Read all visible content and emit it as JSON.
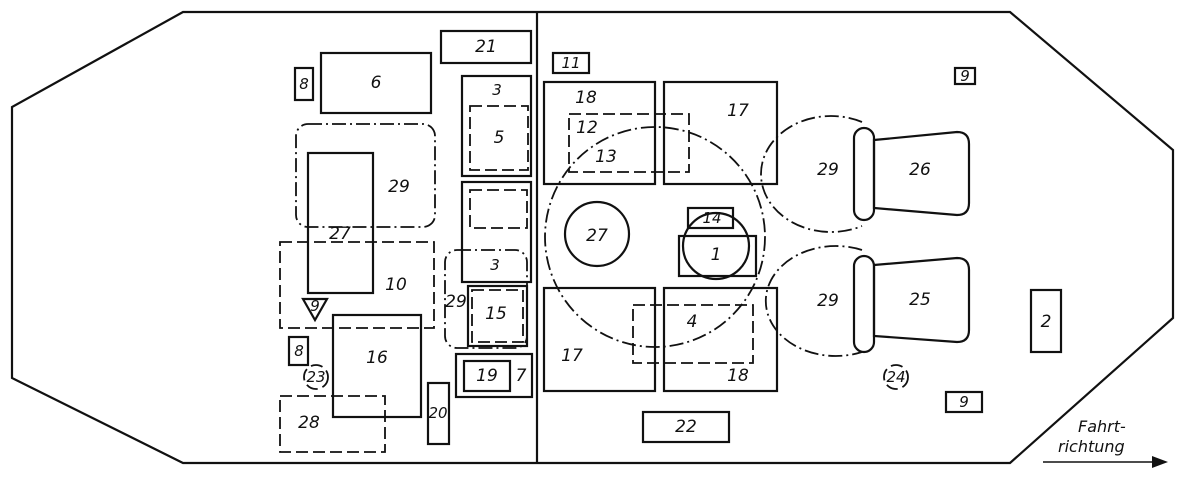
{
  "labels": {
    "l1": "1",
    "l2": "2",
    "l3a": "3",
    "l3b": "3",
    "l4": "4",
    "l5": "5",
    "l6": "6",
    "l7": "7",
    "l8a": "8",
    "l8b": "8",
    "l9a": "9",
    "l9b": "9",
    "l9c": "9",
    "l10": "10",
    "l11": "11",
    "l12": "12",
    "l13": "13",
    "l14": "14",
    "l15": "15",
    "l16": "16",
    "l17a": "17",
    "l17b": "17",
    "l18a": "18",
    "l18b": "18",
    "l19": "19",
    "l20": "20",
    "l21": "21",
    "l22": "22",
    "l23": "23",
    "l24": "24",
    "l25": "25",
    "l26": "26",
    "l27a": "27",
    "l27b": "27",
    "l28": "28",
    "l29a": "29",
    "l29b": "29",
    "l29c": "29",
    "l29d": "29"
  },
  "direction": {
    "line1": "Fahrt-",
    "line2": "richtung"
  }
}
